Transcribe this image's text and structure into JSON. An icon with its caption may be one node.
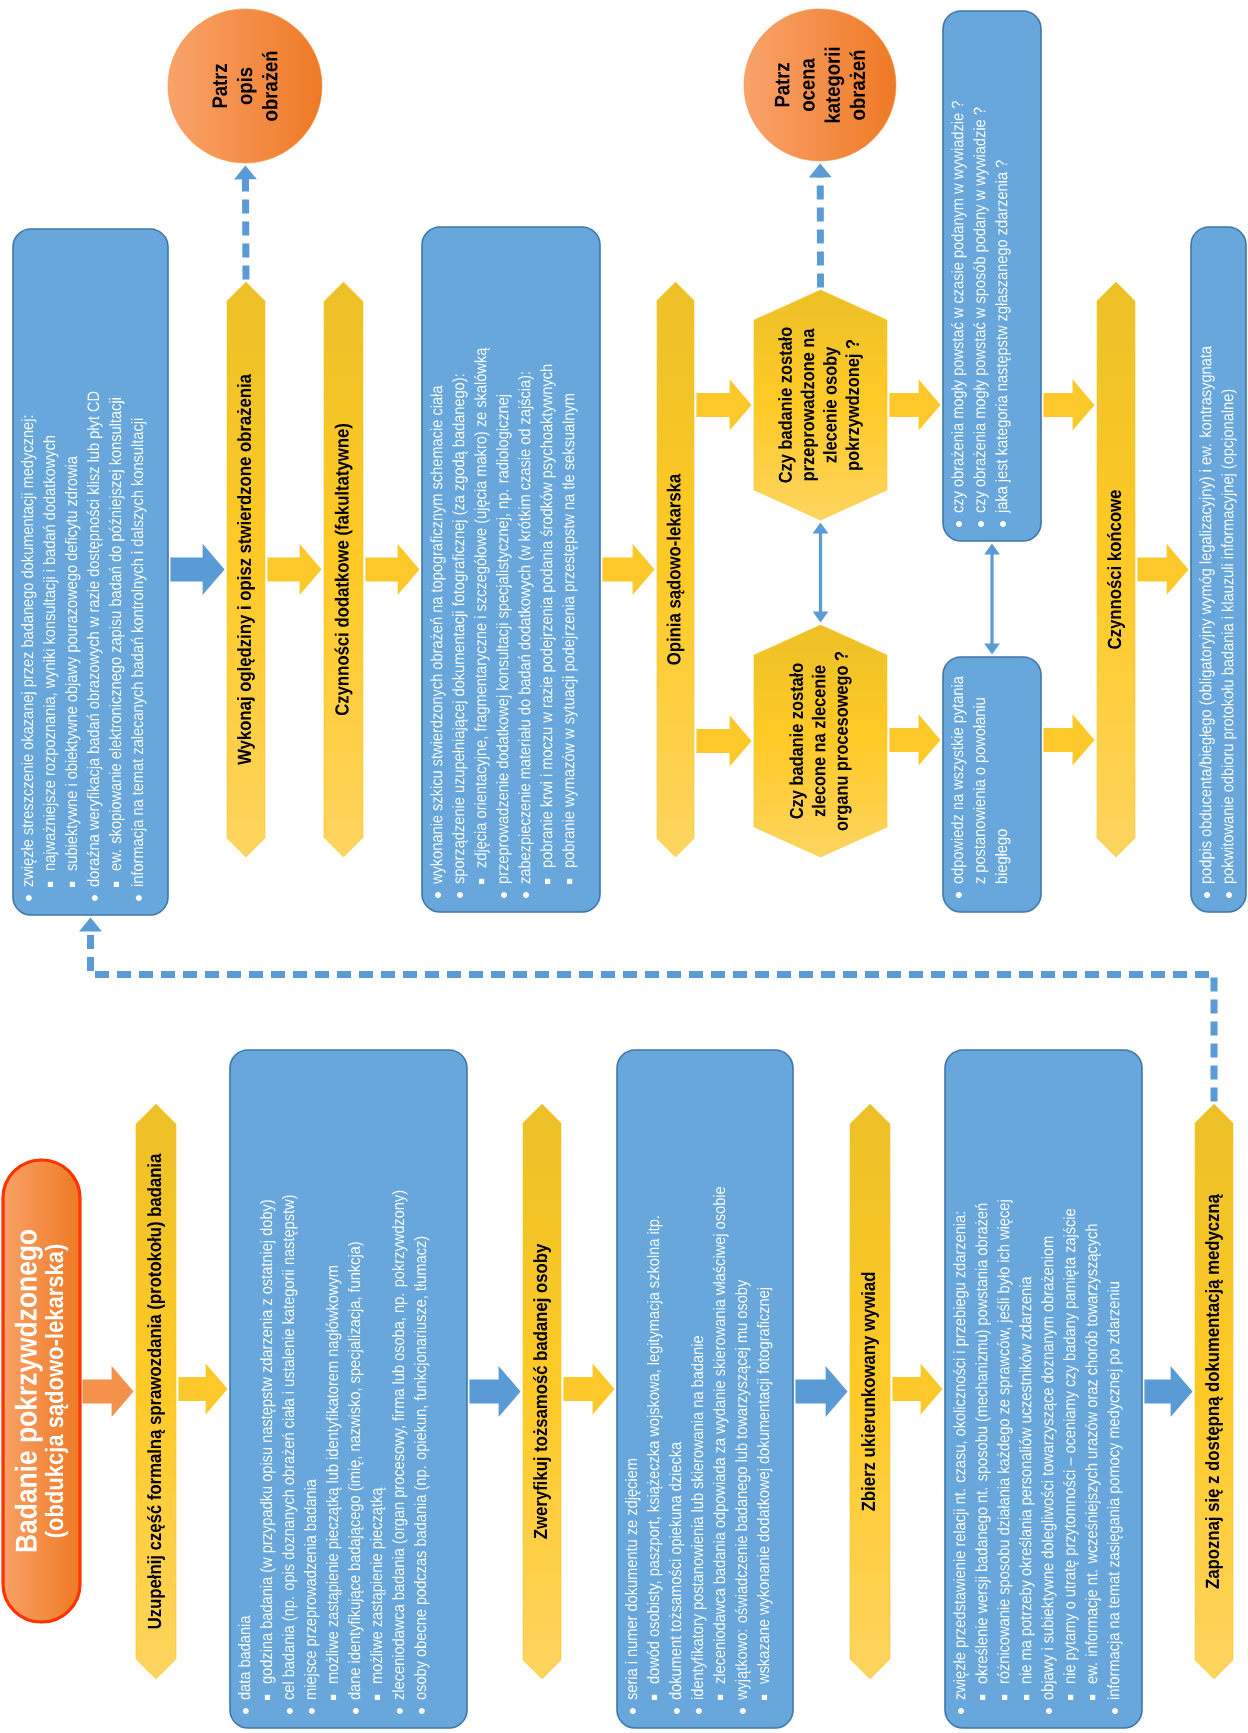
{
  "diagram": {
    "nodes": [
      {
        "text": [
          "Badanie pokrzywdzonego",
          "(obdukcja sądowo-lekarska)"
        ]
      },
      {
        "text": [
          "Uzupełnij część formalną sprawozdania (protokołu) badania"
        ]
      },
      {
        "text": [
          "data badania",
          "godzina badania (w przypadku opisu następstw zdarzenia z ostatniej doby)",
          "cel badania (np. opis doznanych obrażeń ciała i ustalenie kategorii następstw)",
          "miejsce przeprowadzenia badania",
          "możliwe zastąpienie pieczątką lub identyfikatorem nagłówkowym",
          "dane identyfikujące badającego (imię, nazwisko, specjalizacja, funkcja)",
          "możliwe zastąpienie pieczątką",
          "zleceniodawca badania (organ procesowy, firma lub osoba, np. pokrzywdzony)",
          "osoby obecne podczas badania (np. opiekun, funkcjonariusze, tłumacz)"
        ]
      },
      {
        "text": [
          "Zweryfikuj tożsamość badanej osoby"
        ]
      },
      {
        "text": [
          "seria i numer dokumentu ze zdjęciem",
          "dowód osobisty, paszport, książeczka wojskowa, legitymacja szkolna itp.",
          "dokument tożsamości opiekuna dziecka",
          "identyfikatory postanowienia lub skierowania na badanie",
          "zleceniodawca badania odpowiada za wydanie skierowania właściwej osobie",
          "wyjątkowo: oświadczenie badanego lub towarzyszącej mu osoby",
          "wskazane wykonanie dodatkowej dokumentacji fotograficznej"
        ]
      },
      {
        "text": [
          "Zbierz ukierunkowany wywiad"
        ]
      },
      {
        "text": [
          "zwięzłe przedstawienie relacji nt. czasu, okoliczności i przebiegu zdarzenia:",
          "określenie wersji badanego nt. sposobu (mechanizmu) powstania obrażeń",
          "różnicowanie sposobu działania każdego ze sprawców, jeśli było ich więcej",
          "nie ma potrzeby określania personaliów uczestników zdarzenia",
          "objawy i subiektywne dolegliwości towarzyszące doznanym obrażeniom",
          "nie pytamy o utratę przytomności – oceniamy czy badany pamięta zajście",
          "ew. informacje nt. wcześniejszych urazów oraz chorób towarzyszących",
          "informacja na temat zasięgania pomocy medycznej po zdarzeniu"
        ]
      },
      {
        "text": [
          "Zapoznaj się z dostępną dokumentacją medyczną"
        ]
      },
      {
        "text": [
          "zwięzłe streszczenie okazanej przez badanego dokumentacji medycznej:",
          "najważniejsze rozpoznania, wyniki konsultacji i badań dodatkowych",
          "subiektywne i obiektywne objawy pourazowego deficytu zdrowia",
          "doraźna weryfikacja badań obrazowych w razie dostępności klisz lub płyt CD",
          "ew. skopiowanie elektronicznego zapisu badań do późniejszej konsultacji",
          "informacja na temat zalecanych badań kontrolnych i dalszych konsultacji"
        ]
      },
      {
        "text": [
          "Wykonaj oględziny i opisz stwierdzone obrażenia"
        ]
      },
      {
        "text": [
          "Patrz opis obrażeń"
        ]
      },
      {
        "text": [
          "Czynności dodatkowe (fakultatywne)"
        ]
      },
      {
        "text": [
          "wykonanie szkicu stwierdzonych obrażeń na topograficznym schemacie ciała",
          "sporządzenie uzupełniającej dokumentacji fotograficznej (za zgodą badanego):",
          "zdjęcia orientacyjne, fragmentaryczne i szczegółowe (ujęcia makro) ze skalówką",
          "przeprowadzenie dodatkowej konsultacji specjalistycznej, np. radiologicznej",
          "zabezpieczenie materiału do badań dodatkowych (w krótkim czasie od zajścia):",
          "pobranie krwi i moczu w razie podejrzenia podania środków psychoaktywnych",
          "pobranie wymazów w sytuacji podejrzenia przestępstw na tle seksualnym"
        ]
      },
      {
        "text": [
          "Opinia sądowo-lekarska"
        ]
      },
      {
        "text": [
          "Czy badanie zostało przeprowadzone na zlecenie osoby pokrzywdzonej ?"
        ]
      },
      {
        "text": [
          "Patrz ocena kategorii obrażeń"
        ]
      },
      {
        "text": [
          "Czy badanie zostało zlecone na zlecenie organu procesowego ?"
        ]
      },
      {
        "text": [
          "czy obrażenia mogły powstać w czasie podanym w wywiadzie ?",
          "czy obrażenia mogły powstać w sposób podany w wywiadzie ?",
          "jaka jest kategoria następstw zgłaszanego zdarzenia ?"
        ]
      },
      {
        "text": [
          "odpowiedz na wszystkie pytania z postanowienia o powołaniu biegłego"
        ]
      },
      {
        "text": [
          "Czynności końcowe"
        ]
      },
      {
        "text": [
          "podpis obducenta/biegłego (obligatoryjny wymóg legalizacyjny) i ew. kontrasygnata",
          "pokwitowanie odbioru protokołu badania i klauzuli informacyjnej (opcjonalne)"
        ]
      }
    ],
    "edges": [
      {
        "from": 0,
        "to": 1,
        "arrow": "to",
        "color": "#f4914a"
      },
      {
        "from": 1,
        "to": 2,
        "arrow": "to"
      },
      {
        "from": 2,
        "to": 3,
        "arrow": "to",
        "color": "#5b9bd5"
      },
      {
        "from": 3,
        "to": 4,
        "arrow": "to"
      },
      {
        "from": 4,
        "to": 5,
        "arrow": "to",
        "color": "#5b9bd5"
      },
      {
        "from": 5,
        "to": 6,
        "arrow": "to"
      },
      {
        "from": 6,
        "to": 7,
        "arrow": "to",
        "color": "#5b9bd5"
      },
      {
        "from": 7,
        "to": 8,
        "arrow": "to",
        "style": "dashed",
        "color": "#5b9bd5"
      },
      {
        "from": 8,
        "to": 9,
        "arrow": "to",
        "color": "#5b9bd5"
      },
      {
        "from": 9,
        "to": 10,
        "arrow": "to",
        "style": "dashed",
        "color": "#5b9bd5"
      },
      {
        "from": 9,
        "to": 11,
        "arrow": "to"
      },
      {
        "from": 11,
        "to": 12,
        "arrow": "to"
      },
      {
        "from": 12,
        "to": 13,
        "arrow": "to"
      },
      {
        "from": 13,
        "to": 14,
        "arrow": "to"
      },
      {
        "from": 13,
        "to": 16,
        "arrow": "to"
      },
      {
        "from": 14,
        "to": 15,
        "arrow": "to",
        "style": "dashed",
        "color": "#5b9bd5"
      },
      {
        "from": 14,
        "to": 16,
        "arrow": "both",
        "color": "#5b9bd5"
      },
      {
        "from": 14,
        "to": 17,
        "arrow": "to"
      },
      {
        "from": 16,
        "to": 18,
        "arrow": "to"
      },
      {
        "from": 17,
        "to": 18,
        "arrow": "both",
        "color": "#5b9bd5"
      },
      {
        "from": 17,
        "to": 19,
        "arrow": "to"
      },
      {
        "from": 18,
        "to": 19,
        "arrow": "to"
      },
      {
        "from": 19,
        "to": 20,
        "arrow": "to"
      }
    ]
  }
}
